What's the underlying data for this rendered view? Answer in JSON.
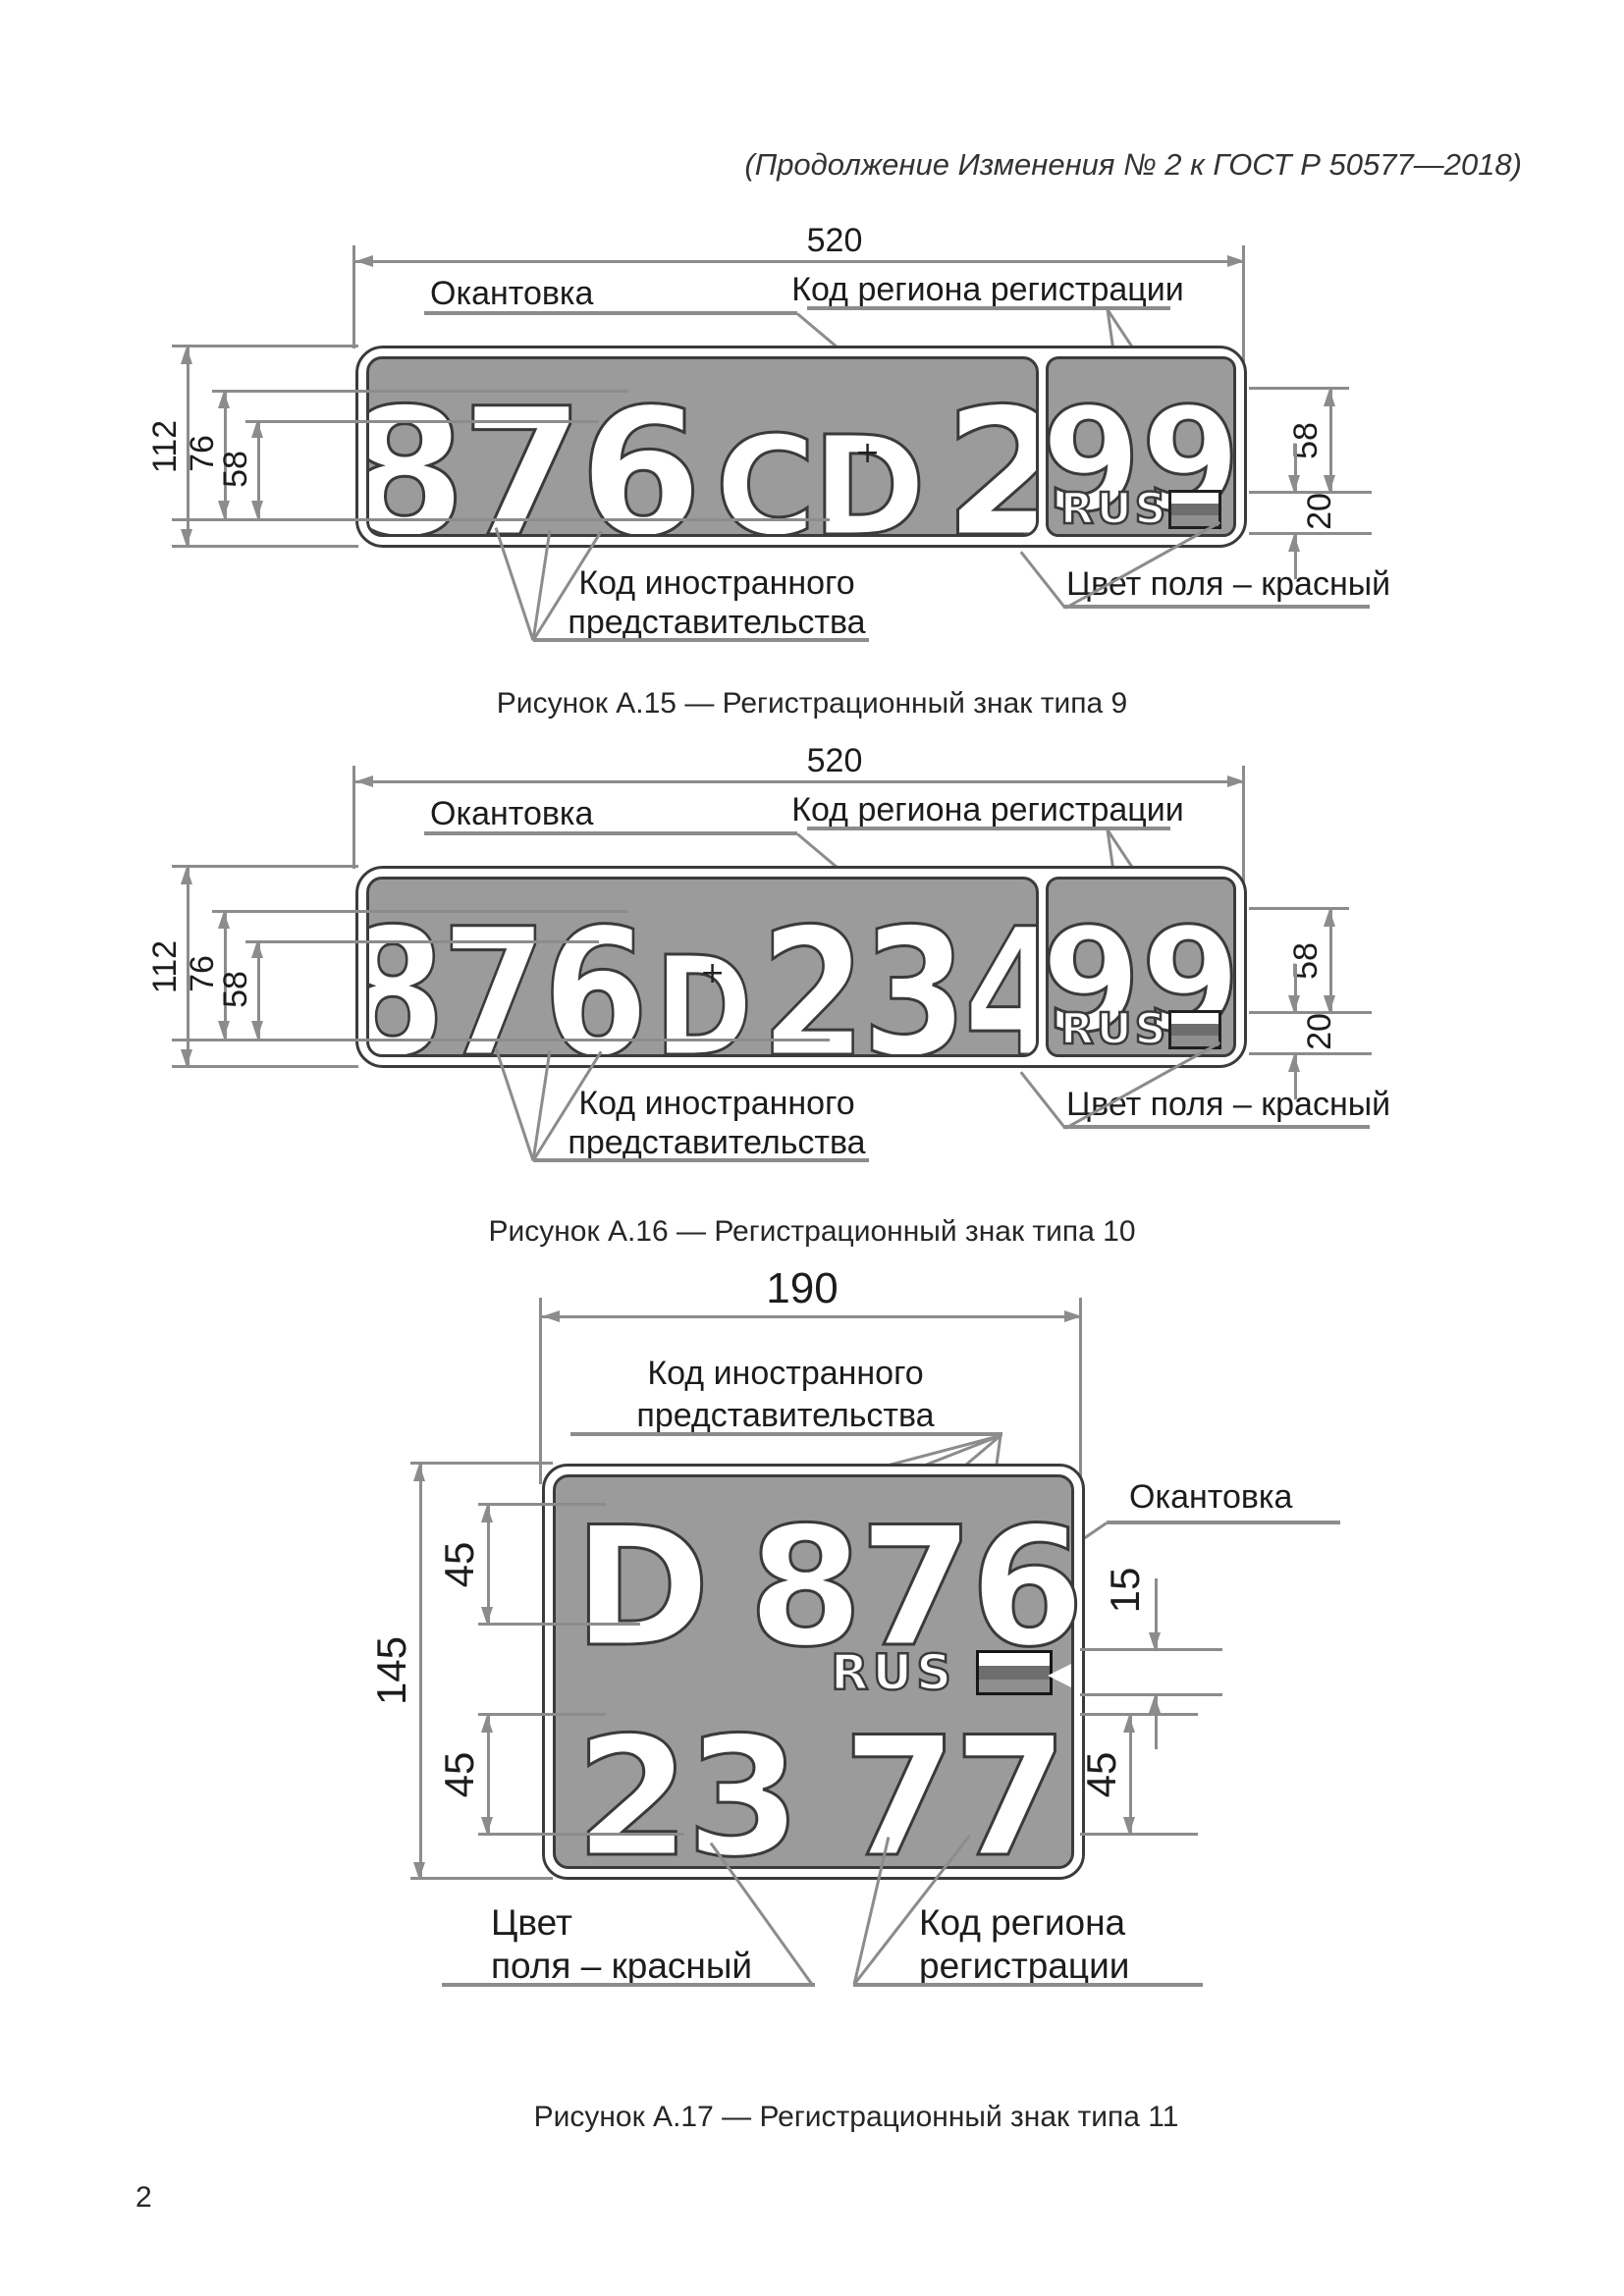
{
  "header": "(Продолжение Изменения № 2 к ГОСТ Р 50577—2018)",
  "page_number": "2",
  "colors": {
    "plate_field_gray": "#9b9b9b",
    "plate_outline": "#3b3b3b",
    "drawing_line_gray": "#8c8c8c",
    "glyph_fill": "#ffffff",
    "flag_stripe_top": "#ffffff",
    "flag_stripe_middle": "#6e6e6e",
    "flag_stripe_bottom": "#8f8f8f"
  },
  "labels": {
    "okantovka": "Окантовка",
    "region_code": "Код региона регистрации",
    "foreign_line1": "Код иностранного",
    "foreign_line2": "представительства",
    "field_color": "Цвет поля – красный",
    "field_color3_line1": "Цвет",
    "field_color3_line2": "поля – красный",
    "region3_line1": "Код региона",
    "region3_line2": "регистрации"
  },
  "figures": [
    {
      "caption": "Рисунок А.15 — Регистрационный знак типа 9",
      "plate": {
        "digits": "876",
        "letters": "CD",
        "extra_digit": "2",
        "center_mark": "+",
        "region": "99",
        "country": "RUS"
      },
      "dims": {
        "width": "520",
        "height": "112",
        "digit_height": "76",
        "letter_height": "58",
        "region_digit_height": "58",
        "flag_strip_height": "20"
      }
    },
    {
      "caption": "Рисунок А.16 — Регистрационный знак типа 10",
      "plate": {
        "digits": "876",
        "letter": "D",
        "digits2": "234",
        "center_mark": "+",
        "region": "99",
        "country": "RUS"
      },
      "dims": {
        "width": "520",
        "height": "112",
        "digit_height": "76",
        "letter_height": "58",
        "region_digit_height": "58",
        "flag_strip_height": "20"
      }
    },
    {
      "caption": "Рисунок А.17 — Регистрационный знак типа 11",
      "plate": {
        "letter": "D",
        "digits": "876",
        "country": "RUS",
        "region_left": "23",
        "region_right": "77"
      },
      "dims": {
        "width": "190",
        "height": "145",
        "row_top": "45",
        "row_bottom": "45",
        "row_right": "45",
        "flag_strip_height": "15"
      }
    }
  ]
}
